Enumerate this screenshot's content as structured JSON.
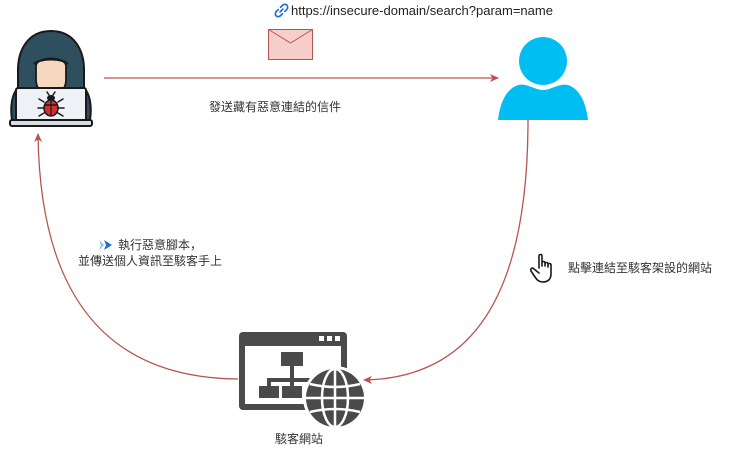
{
  "diagram": {
    "url_label": "https://insecure-domain/search?param=name",
    "edges": {
      "send_email": "發送藏有惡意連結的信件",
      "click_link": "點擊連結至駭客架設的網站",
      "execute_script_line1": "執行惡意腳本，",
      "execute_script_line2": "並傳送個人資訊至駭客手上"
    },
    "nodes": {
      "hacker": "hacker-with-laptop",
      "user": "victim-user",
      "website_label": "駭客網站"
    },
    "icons": {
      "link": "link-icon",
      "email": "envelope-icon",
      "pointer": "hand-pointer-icon",
      "script": "double-chevron-icon",
      "website": "website-globe-icon"
    },
    "colors": {
      "arrow": "#b85450",
      "envelope_fill": "#f8cecc",
      "user_blue": "#00bef2",
      "hood": "#2f4f5f",
      "website_gray": "#4a4a4a",
      "link_blue": "#1f6fd1"
    }
  }
}
